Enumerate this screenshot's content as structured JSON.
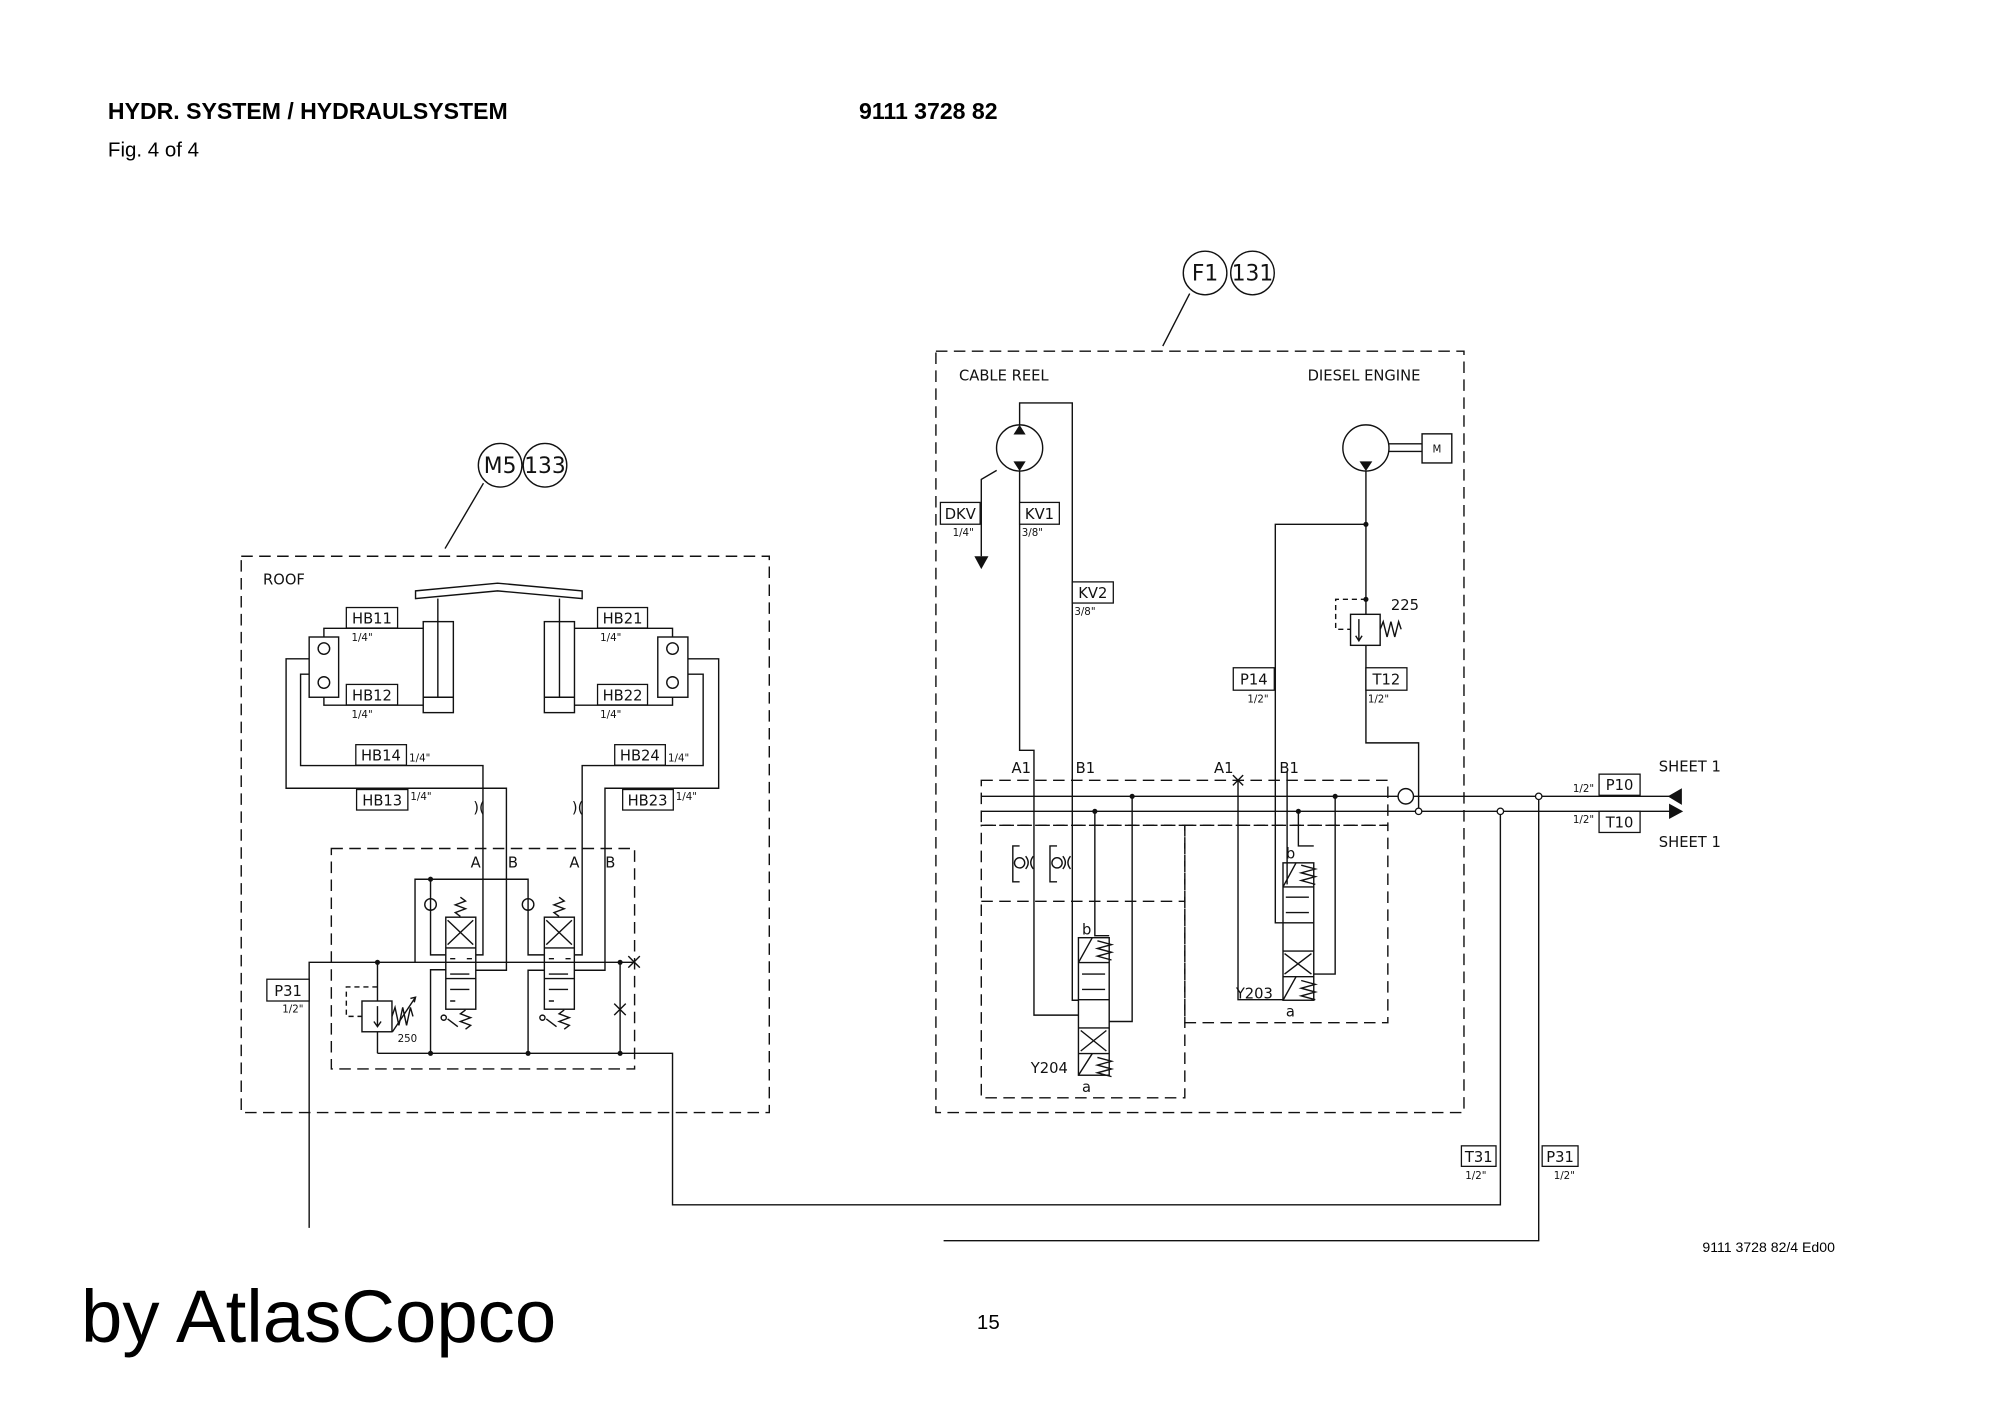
{
  "header": {
    "title": "HYDR. SYSTEM / HYDRAULSYSTEM",
    "figure": "Fig. 4 of 4",
    "part_number": "9111 3728 82",
    "drawing_ref": "9111 3728 82/4 Ed00",
    "page_number": "15",
    "brand": "by AtlasCopco"
  },
  "roof": {
    "callout_a": "M5",
    "callout_b": "133",
    "title": "ROOF",
    "hoses": [
      {
        "id": "HB11",
        "size": "1/4\""
      },
      {
        "id": "HB12",
        "size": "1/4\""
      },
      {
        "id": "HB21",
        "size": "1/4\""
      },
      {
        "id": "HB22",
        "size": "1/4\""
      },
      {
        "id": "HB14",
        "size": "1/4\""
      },
      {
        "id": "HB13",
        "size": "1/4\""
      },
      {
        "id": "HB24",
        "size": "1/4\""
      },
      {
        "id": "HB23",
        "size": "1/4\""
      }
    ],
    "ports": [
      "A",
      "B",
      "A",
      "B"
    ],
    "pressure_port": {
      "id": "P31",
      "size": "1/2\""
    },
    "relief_setting": "250"
  },
  "engine": {
    "callout_a": "F1",
    "callout_b": "131",
    "cable_reel": "CABLE REEL",
    "diesel_engine": "DIESEL ENGINE",
    "motor_label": "M",
    "hoses": [
      {
        "id": "DKV",
        "size": "1/4\""
      },
      {
        "id": "KV1",
        "size": "3/8\""
      },
      {
        "id": "KV2",
        "size": "3/8\""
      },
      {
        "id": "P14",
        "size": "1/2\""
      },
      {
        "id": "T12",
        "size": "1/2\""
      }
    ],
    "relief_setting": "225",
    "ports": [
      "A1",
      "B1",
      "A1",
      "B1"
    ],
    "valves": [
      {
        "id": "Y204",
        "a": "a",
        "b": "b"
      },
      {
        "id": "Y203",
        "a": "a",
        "b": "b"
      }
    ]
  },
  "connections": {
    "p10": {
      "id": "P10",
      "size": "1/2\"",
      "sheet": "SHEET 1"
    },
    "t10": {
      "id": "T10",
      "size": "1/2\"",
      "sheet": "SHEET 1"
    },
    "t31": {
      "id": "T31",
      "size": "1/2\""
    },
    "p31": {
      "id": "P31",
      "size": "1/2\""
    }
  }
}
